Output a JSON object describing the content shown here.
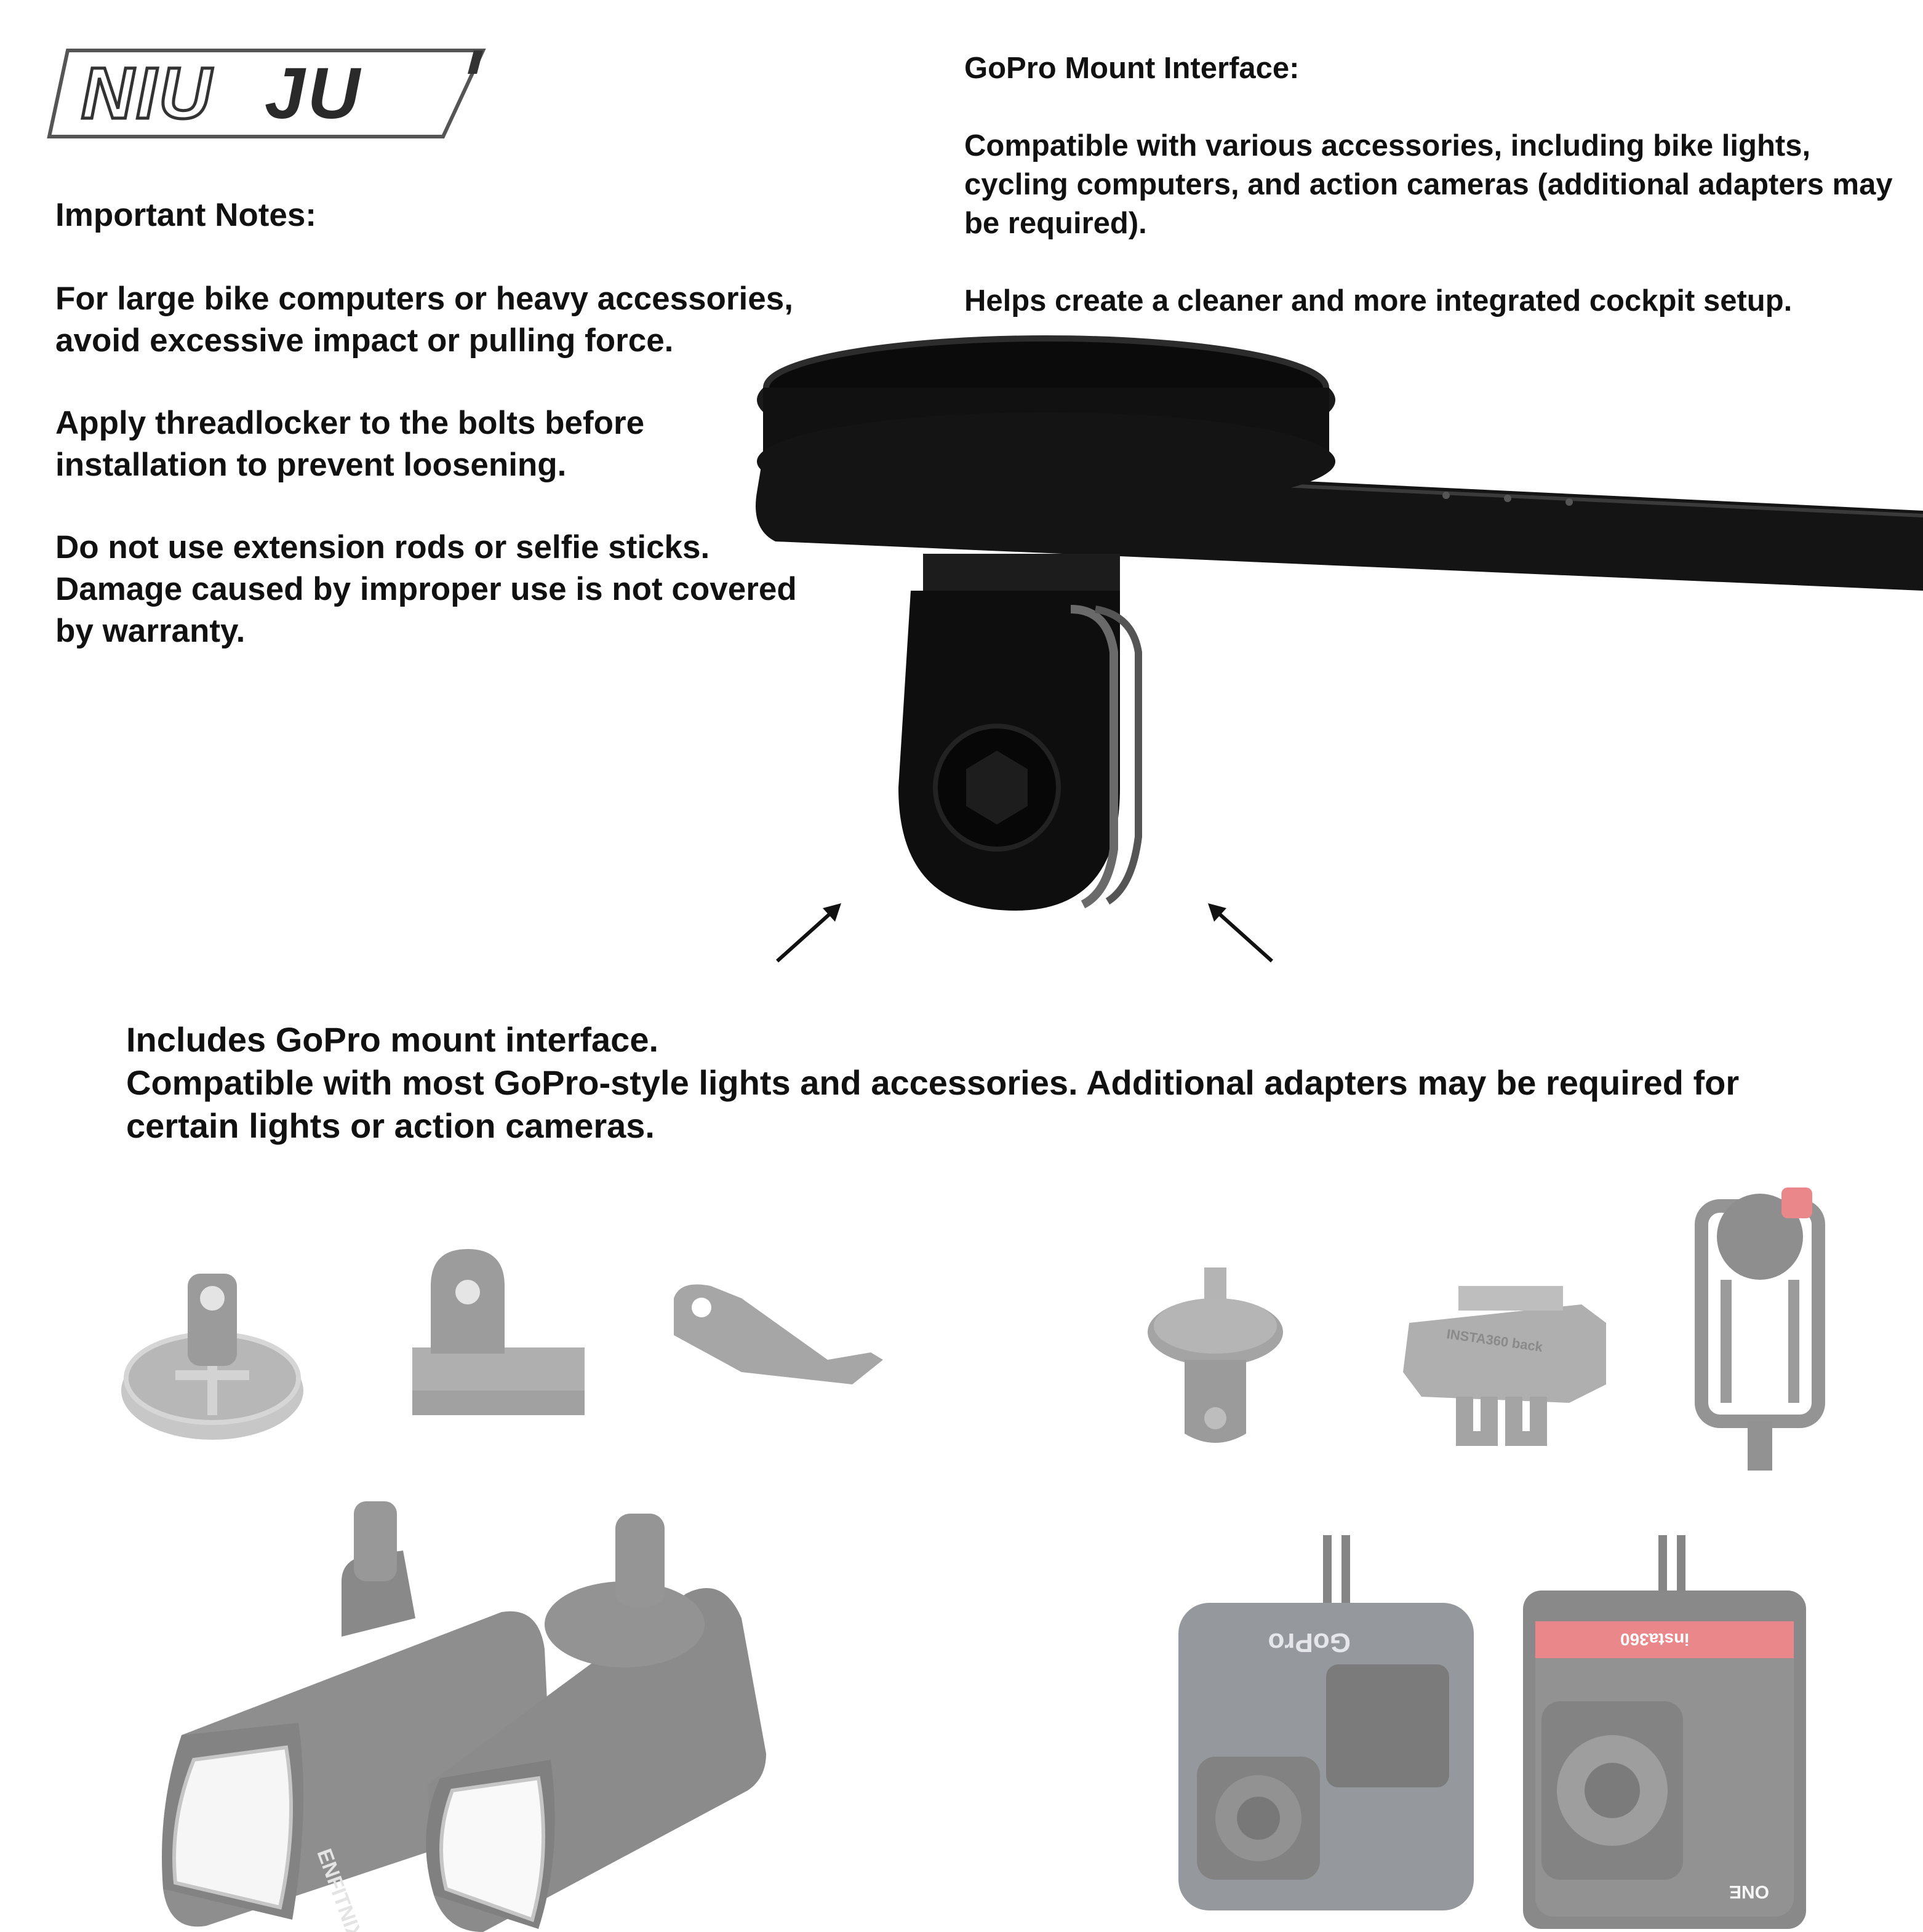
{
  "brand": {
    "logo_text": "NIU JU",
    "logo_part1": "NIU",
    "logo_part2": "JU"
  },
  "important_notes": {
    "heading": "Important Notes:",
    "paragraphs": [
      "For large bike computers or heavy accessories, avoid excessive impact or pulling force.",
      "Apply threadlocker to the bolts before installation to prevent loosening.",
      "Do not use extension rods or selfie sticks. Damage caused by improper use is not covered by warranty."
    ]
  },
  "gopro_interface": {
    "heading": "GoPro Mount Interface:",
    "paragraphs": [
      "Compatible with various accessories, including bike lights, cycling computers, and action cameras (additional adapters may be required).",
      "Helps create a cleaner and more integrated cockpit setup."
    ]
  },
  "includes": {
    "lines": [
      "Includes GoPro mount interface.",
      "Compatible with most GoPro-style lights and accessories. Additional adapters may be required for certain lights or action cameras."
    ]
  },
  "product_labels": {
    "light_brand": "ENFITNIX",
    "camera1_brand": "GoPro",
    "camera2_brand": "insta360",
    "camera2_model": "ONE",
    "bracket_label": "INSTA360 back"
  },
  "icons": {
    "arrow_left": "arrow-up-right-icon",
    "arrow_right": "arrow-up-left-icon"
  },
  "colors": {
    "text": "#111111",
    "mount_black": "#0c0c0c",
    "accessory_gray": "#8a8a8a",
    "insta_red": "#d8262e"
  }
}
